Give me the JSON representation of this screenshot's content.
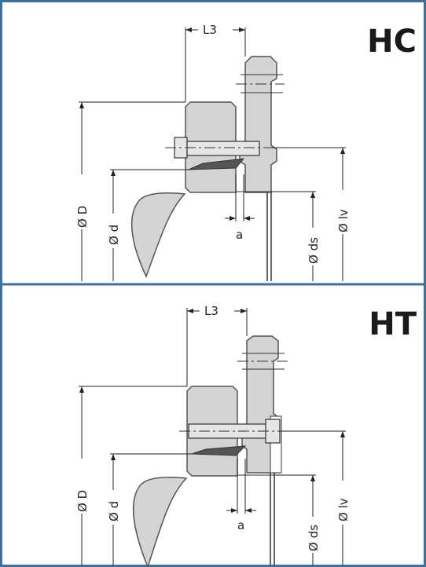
{
  "colors": {
    "border": "#3f6f9b",
    "part_fill": "#d4d4d4",
    "part_stroke": "#555555",
    "dim_line": "#222222"
  },
  "panels": [
    {
      "title": "HC",
      "labels": {
        "L3": "L3",
        "D": "Ø D",
        "d": "Ø d",
        "a": "a",
        "ds": "Ø ds",
        "lv": "Ø lv"
      }
    },
    {
      "title": "HT",
      "labels": {
        "L3": "L3",
        "D": "Ø D",
        "d": "Ø d",
        "a": "a",
        "ds": "Ø ds",
        "lv": "Ø lv"
      }
    }
  ]
}
